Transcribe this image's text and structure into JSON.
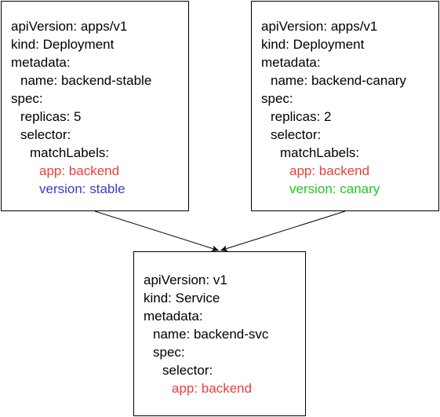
{
  "colors": {
    "app_label": "#f03c3c",
    "version_stable": "#3a3ad0",
    "version_canary": "#22c922",
    "text": "#000000",
    "border": "#000000"
  },
  "deployment_stable": {
    "lines": [
      "apiVersion: apps/v1",
      "kind: Deployment",
      "metadata:",
      "name: backend-stable",
      "spec:",
      "replicas: 5",
      "selector:",
      "matchLabels:",
      "app: backend",
      "version: stable"
    ]
  },
  "deployment_canary": {
    "lines": [
      "apiVersion: apps/v1",
      "kind: Deployment",
      "metadata:",
      "name: backend-canary",
      "spec:",
      "replicas: 2",
      "selector:",
      "matchLabels:",
      "app: backend",
      "version: canary"
    ]
  },
  "service": {
    "lines": [
      "apiVersion: v1",
      "kind: Service",
      "metadata:",
      "name: backend-svc",
      "spec:",
      "selector:",
      "app: backend"
    ]
  }
}
